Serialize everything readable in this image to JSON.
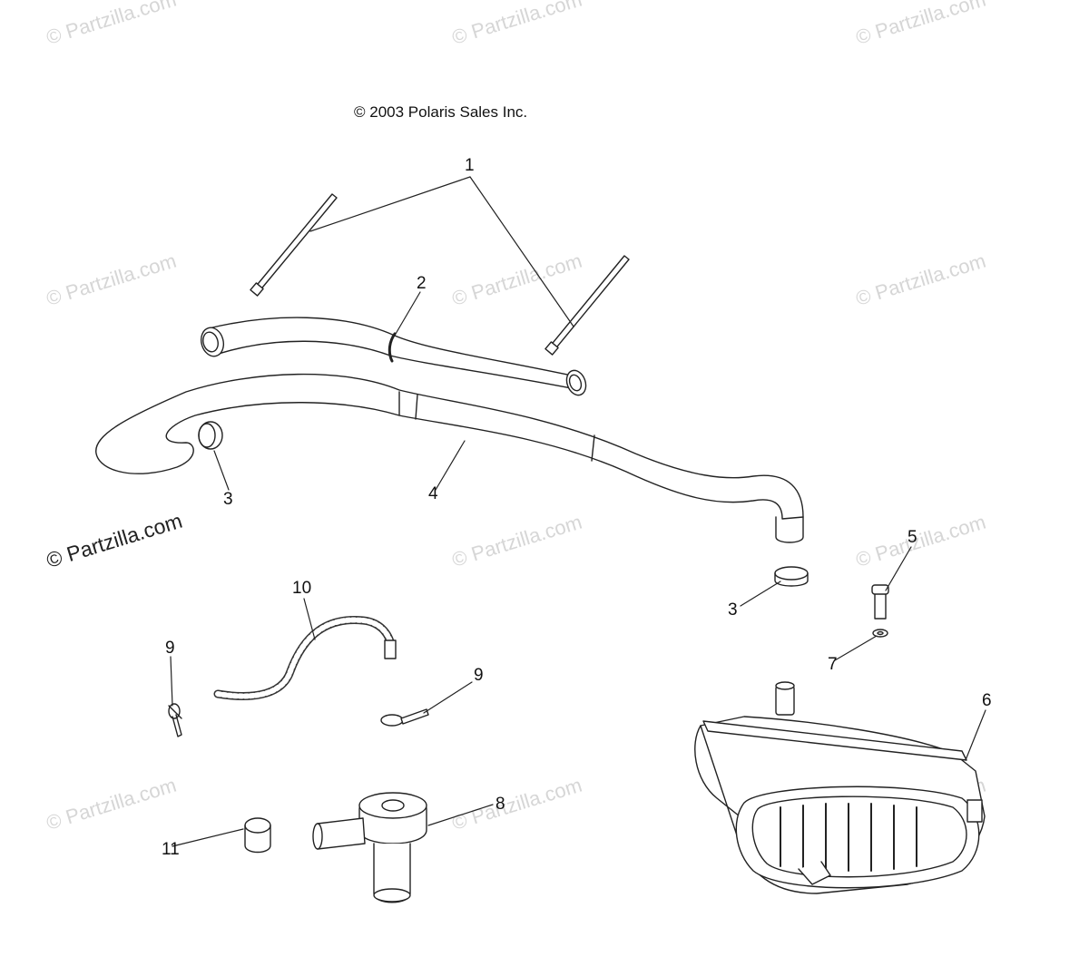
{
  "diagram": {
    "copyright": "© 2003 Polaris Sales Inc.",
    "watermark_text": "© Partzilla.com",
    "callouts": [
      "1",
      "2",
      "3",
      "4",
      "3",
      "5",
      "7",
      "6",
      "10",
      "9",
      "9",
      "8",
      "11"
    ]
  }
}
